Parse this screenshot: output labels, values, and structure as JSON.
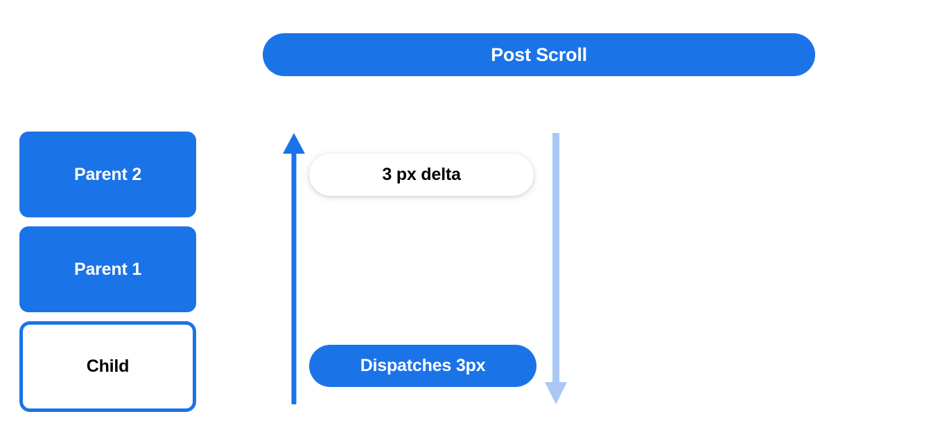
{
  "diagram": {
    "title": "Post Scroll",
    "background_color": "#ffffff",
    "accent_color": "#1b73e8",
    "secondary_accent_color": "#aac8f5",
    "header": {
      "label": "Post Scroll"
    },
    "node_stack": [
      {
        "label": "Parent 2",
        "style": "filled"
      },
      {
        "label": "Parent 1",
        "style": "filled"
      },
      {
        "label": "Child",
        "style": "outlined"
      }
    ],
    "annotations": [
      {
        "label": "3 px delta",
        "style": "white-pill"
      },
      {
        "label": "Dispatches 3px",
        "style": "blue-pill"
      }
    ],
    "arrows": [
      {
        "name": "scroll-up-arrow",
        "direction": "up",
        "color": "#1b73e8",
        "icon": "arrow-up-icon"
      },
      {
        "name": "scroll-down-arrow",
        "direction": "down",
        "color": "#aac8f5",
        "icon": "arrow-down-icon"
      }
    ]
  }
}
